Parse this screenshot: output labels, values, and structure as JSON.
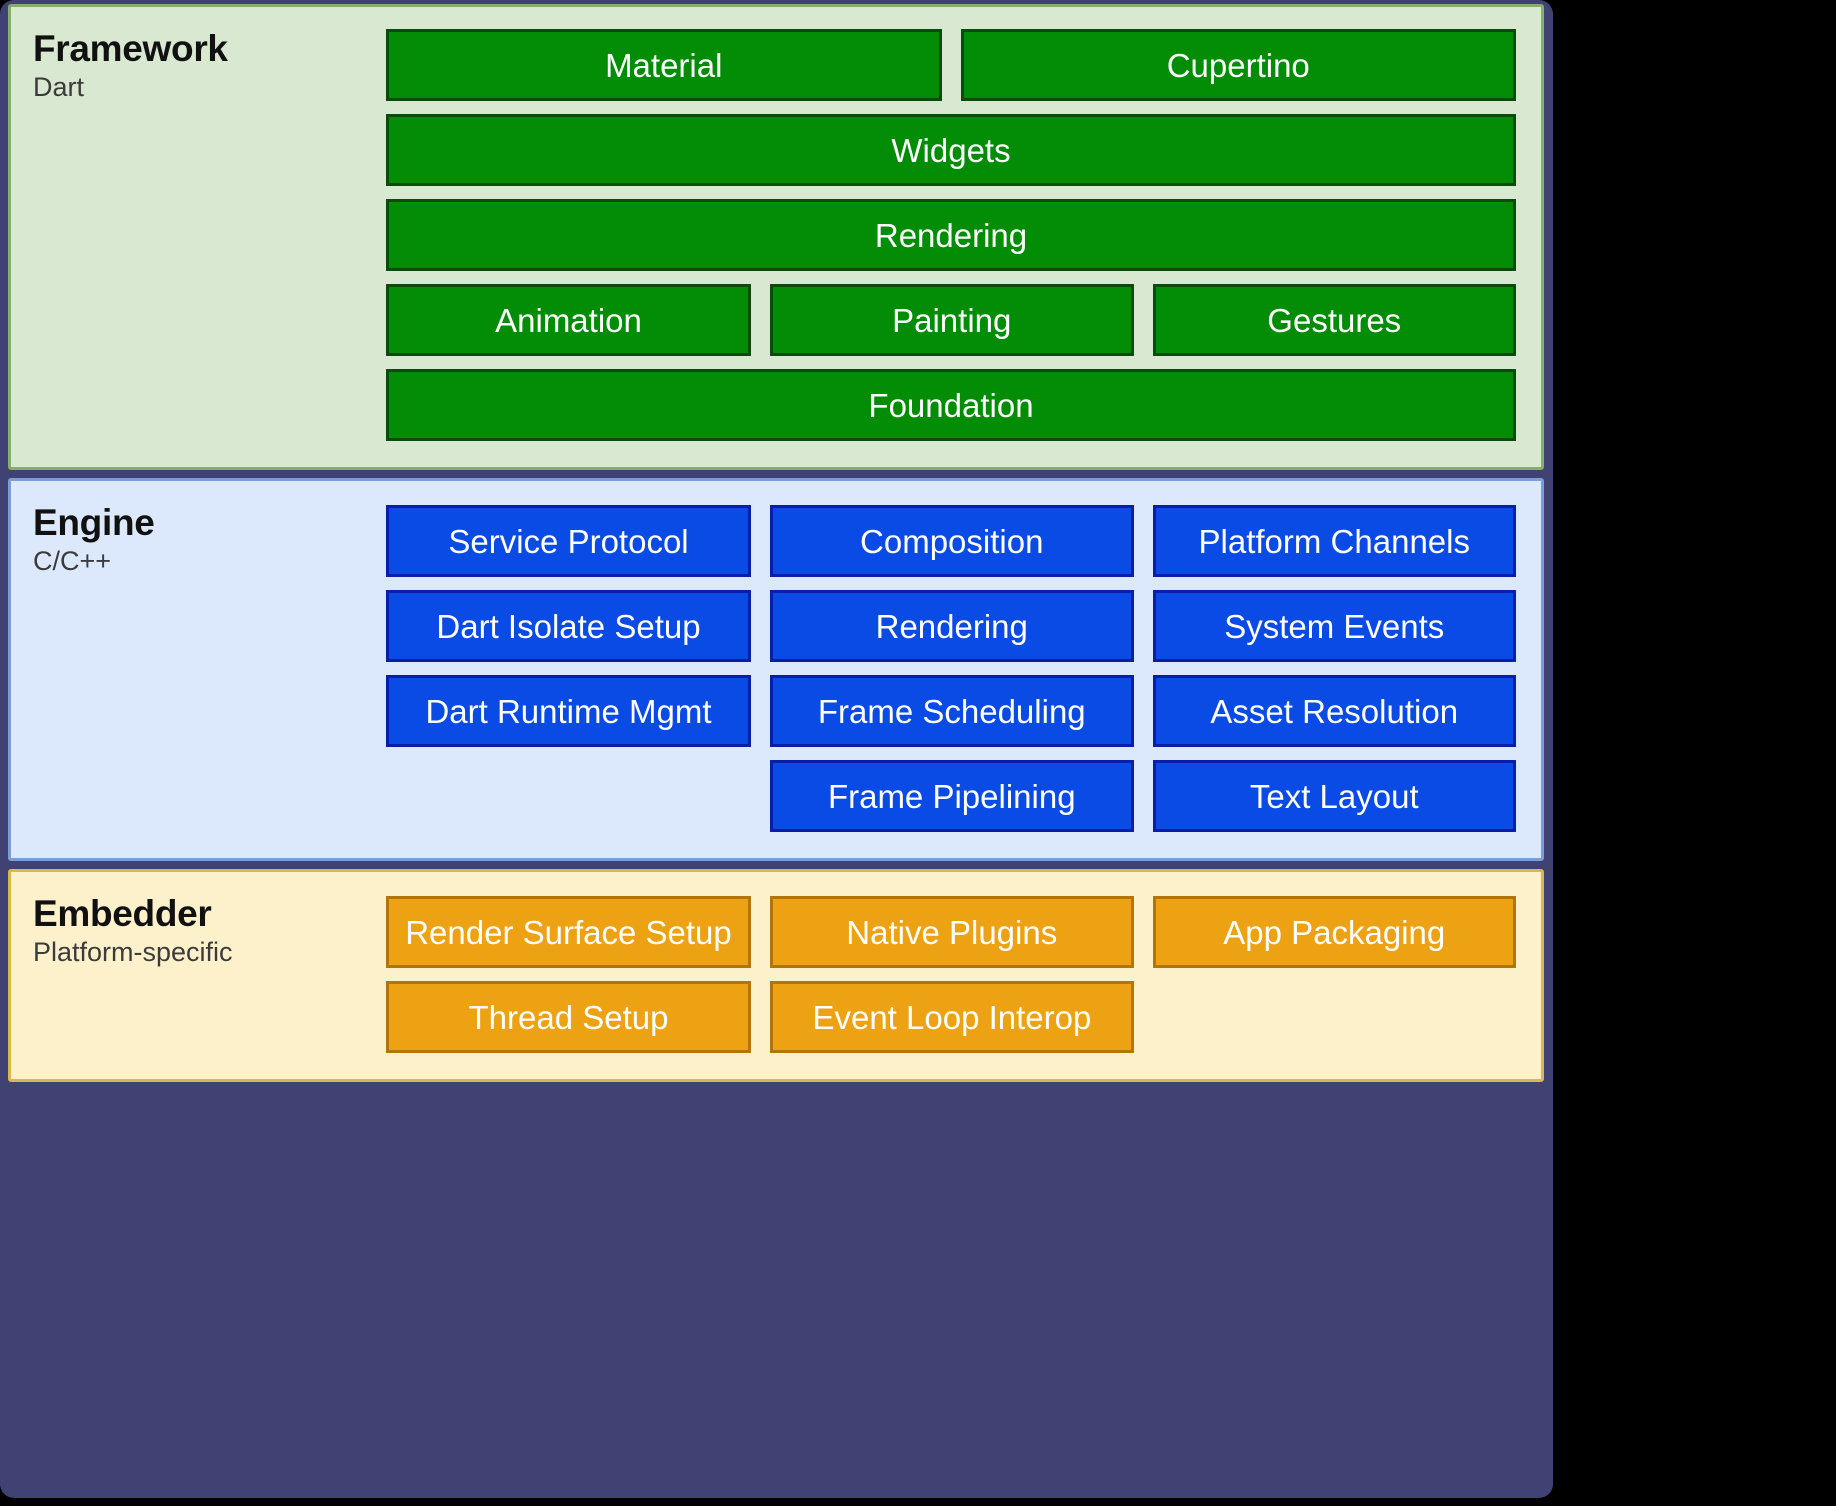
{
  "canvas": {
    "background": "#000000",
    "plate_color": "#3f4272"
  },
  "layers": [
    {
      "id": "framework",
      "title": "Framework",
      "subtitle": "Dart",
      "background": "#d9e8d1",
      "border": "#85ae6d",
      "box_fill": "#038c05",
      "box_border": "#0d4a0d",
      "rows": [
        [
          "Material",
          "Cupertino"
        ],
        [
          "Widgets"
        ],
        [
          "Rendering"
        ],
        [
          "Animation",
          "Painting",
          "Gestures"
        ],
        [
          "Foundation"
        ]
      ]
    },
    {
      "id": "engine",
      "title": "Engine",
      "subtitle": "C/C++",
      "background": "#dce8fb",
      "border": "#7c9ed6",
      "box_fill": "#0a4ae5",
      "box_border": "#0a1fa8",
      "rows": [
        [
          "Service Protocol",
          "Composition",
          "Platform Channels"
        ],
        [
          "Dart Isolate Setup",
          "Rendering",
          "System Events"
        ],
        [
          "Dart Runtime Mgmt",
          "Frame Scheduling",
          "Asset Resolution"
        ],
        [
          "",
          "Frame Pipelining",
          "Text Layout"
        ]
      ]
    },
    {
      "id": "embedder",
      "title": "Embedder",
      "subtitle": "Platform-specific",
      "background": "#fdf1cc",
      "border": "#d9b84f",
      "box_fill": "#eda214",
      "box_border": "#b3740a",
      "rows": [
        [
          "Render Surface Setup",
          "Native Plugins",
          "App Packaging"
        ],
        [
          "Thread Setup",
          "Event Loop Interop"
        ]
      ]
    }
  ],
  "cells": {
    "framework": {
      "material": "Material",
      "cupertino": "Cupertino",
      "widgets": "Widgets",
      "rendering": "Rendering",
      "animation": "Animation",
      "painting": "Painting",
      "gestures": "Gestures",
      "foundation": "Foundation"
    },
    "engine": {
      "service_protocol": "Service Protocol",
      "composition": "Composition",
      "platform_channels": "Platform Channels",
      "dart_isolate_setup": "Dart Isolate Setup",
      "rendering": "Rendering",
      "system_events": "System Events",
      "dart_runtime_mgmt": "Dart Runtime Mgmt",
      "frame_scheduling": "Frame Scheduling",
      "asset_resolution": "Asset Resolution",
      "frame_pipelining": "Frame Pipelining",
      "text_layout": "Text Layout"
    },
    "embedder": {
      "render_surface_setup": "Render Surface Setup",
      "native_plugins": "Native Plugins",
      "app_packaging": "App Packaging",
      "thread_setup": "Thread Setup",
      "event_loop_interop": "Event Loop Interop"
    }
  },
  "headers": {
    "framework": {
      "title": "Framework",
      "subtitle": "Dart"
    },
    "engine": {
      "title": "Engine",
      "subtitle": "C/C++"
    },
    "embedder": {
      "title": "Embedder",
      "subtitle": "Platform-specific"
    }
  }
}
